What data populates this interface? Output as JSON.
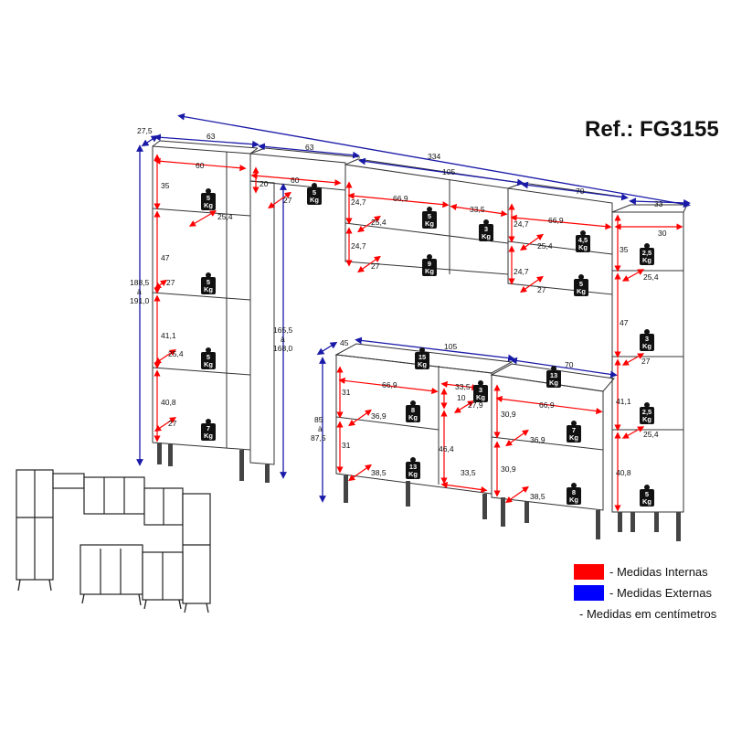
{
  "ref": "Ref.: FG3155",
  "legend": {
    "internal": "- Medidas Internas",
    "external": "- Medidas Externas",
    "unit_note": "- Medidas em centímetros",
    "internal_color": "#ff0000",
    "external_color": "#0000ff"
  },
  "colors": {
    "internal": "#ff0000",
    "external": "#1a1aa8",
    "outline": "#333333"
  },
  "external_dims": {
    "depth_left": "27,5",
    "width_a": "63",
    "width_b": "63",
    "width_total": "334",
    "width_c": "105",
    "width_d": "70",
    "width_e": "33",
    "height_tall": "188,5",
    "height_tall_a": "à",
    "height_tall_b": "191,0",
    "height_mid": "165,5",
    "height_mid_a": "à",
    "height_mid_b": "168,0",
    "depth_base": "45",
    "width_base": "105",
    "width_base_right": "70",
    "height_base": "85",
    "height_base_a": "à",
    "height_base_b": "87,5"
  },
  "internal_dims": {
    "t_width": "60",
    "t_h1": "35",
    "t_d1": "25,4",
    "t_h2": "47",
    "t_d2": "27",
    "t_h3": "41,1",
    "t_d3": "25,4",
    "t_h4": "40,8",
    "t_d4": "27",
    "b_width": "60",
    "b_h": "20",
    "b_d": "27",
    "u_width": "66,9",
    "u_h1": "24,7",
    "u_d1": "25,4",
    "u_h2": "24,7",
    "u_d2": "27",
    "u_niche_w": "33,5",
    "u2_width": "66,9",
    "u2_h1": "24,7",
    "u2_d1": "25,4",
    "u2_h2": "24,7",
    "u2_d2": "27",
    "r_width": "30",
    "r_h1": "35",
    "r_d1": "25,4",
    "r_h2": "47",
    "r_d2": "27",
    "r_h3": "41,1",
    "r_d3": "25,4",
    "r_h4": "40,8",
    "l_width": "66,9",
    "l_h1": "31",
    "l_d1": "36,9",
    "l_h2": "31",
    "l_d2": "38,5",
    "d_w": "33,5",
    "d_h": "10",
    "d_d": "27,9",
    "d_h2": "46,4",
    "d_w2": "33,5",
    "m_width": "66,9",
    "m_h1": "30,9",
    "m_d1": "36,9",
    "m_h2": "30,9",
    "m_d2": "38,5"
  },
  "weights": {
    "t1": "5",
    "t2": "5",
    "t3": "5",
    "t4": "7",
    "bridge": "5",
    "u1": "5",
    "u2": "9",
    "u3": "3",
    "u4": "4,5",
    "u5": "5",
    "r1": "2,5",
    "r2": "3",
    "r3": "2,5",
    "r4": "5",
    "top": "15",
    "top2": "13",
    "l1": "8",
    "l2": "13",
    "drawer": "3",
    "m1": "7",
    "m2": "8"
  },
  "weight_unit": "Kg"
}
